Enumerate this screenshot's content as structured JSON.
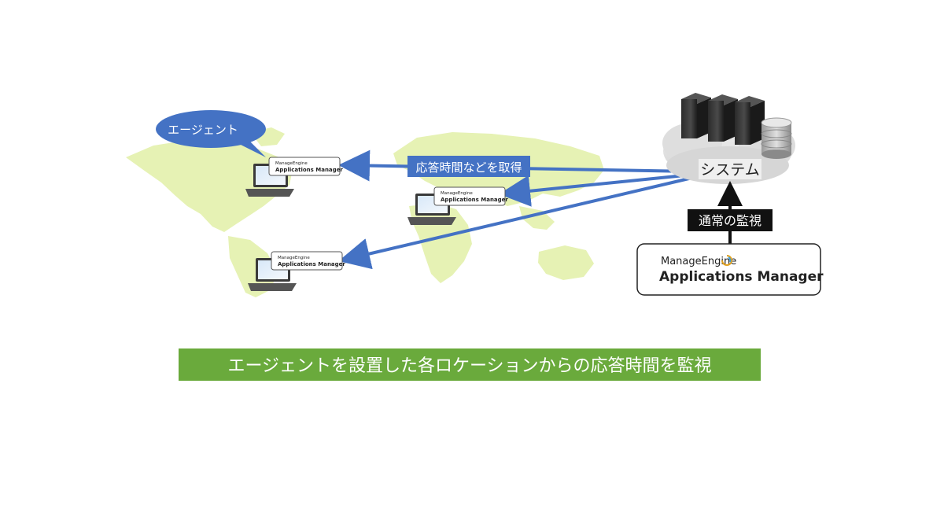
{
  "agent_bubble": {
    "label": "エージェント"
  },
  "arrow_label": {
    "text": "応答時間などを取得"
  },
  "system": {
    "label": "システム"
  },
  "monitor_label": {
    "text": "通常の監視"
  },
  "product": {
    "brand": "ManageEngine",
    "name": "Applications Manager"
  },
  "agents": [
    {
      "brand": "ManageEngine",
      "name": "Applications Manager"
    },
    {
      "brand": "ManageEngine",
      "name": "Applications Manager"
    },
    {
      "brand": "ManageEngine",
      "name": "Applications Manager"
    }
  ],
  "caption": {
    "text": "エージェントを設置した各ロケーションからの応答時間を監視"
  },
  "colors": {
    "map": "#e6f2b4",
    "arrow": "#4472c4",
    "bubble": "#4472c4",
    "caption_bg": "#6aaa3c",
    "dark_label": "#111111"
  }
}
